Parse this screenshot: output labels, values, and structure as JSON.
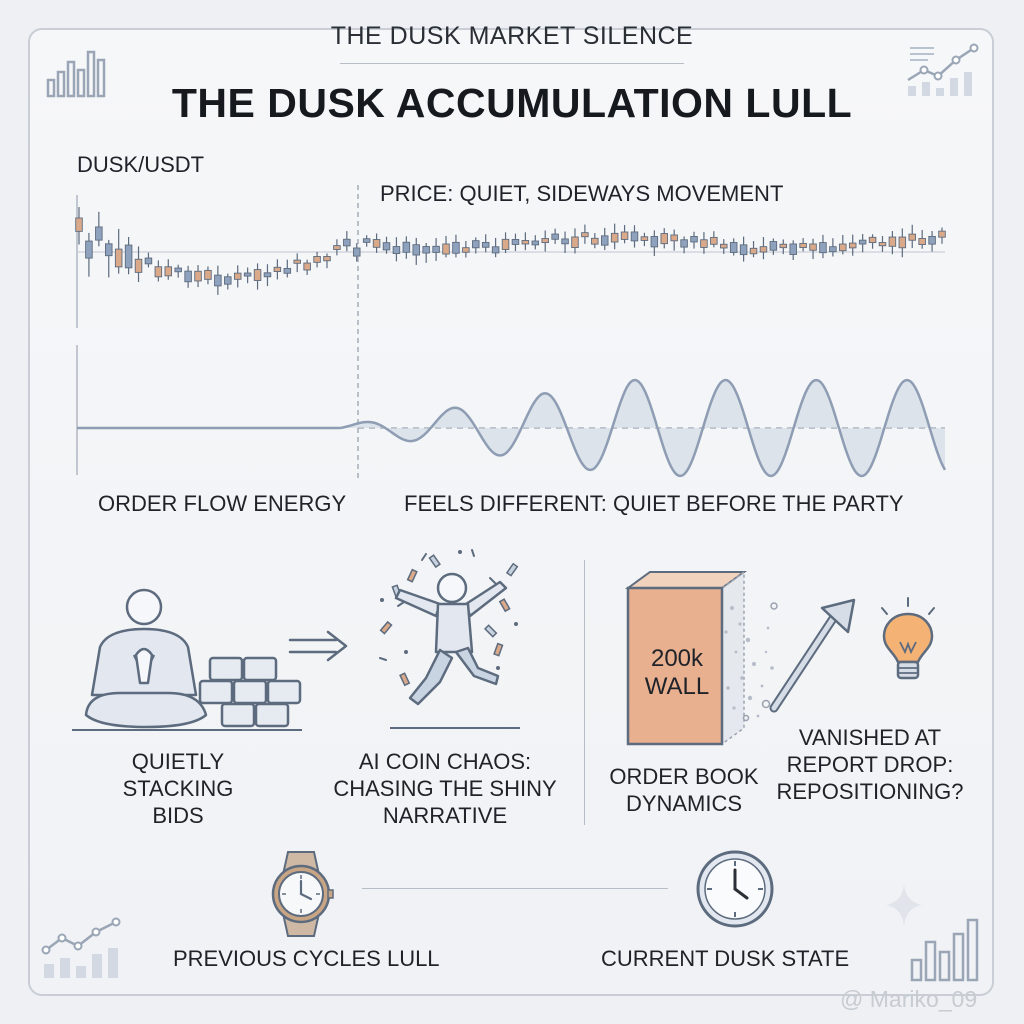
{
  "header": {
    "supertitle": "THE DUSK MARKET SILENCE",
    "title": "THE DUSK ACCUMULATION LULL"
  },
  "chart": {
    "pair_label": "DUSK/USDT",
    "price_note": "PRICE: QUIET, SIDEWAYS MOVEMENT",
    "energy_label": "ORDER FLOW ENERGY",
    "energy_note": "FEELS DIFFERENT: QUIET BEFORE THE PARTY"
  },
  "panels": {
    "stacking": {
      "line1": "QUIETLY",
      "line2": "STACKING BIDS"
    },
    "chaos": {
      "line1": "AI COIN CHAOS:",
      "line2": "CHASING THE SHINY",
      "line3": "NARRATIVE"
    },
    "wall": {
      "text1": "200k",
      "text2": "WALL",
      "line1": "ORDER BOOK",
      "line2": "DYNAMICS"
    },
    "vanished": {
      "line1": "VANISHED AT",
      "line2": "REPORT DROP:",
      "line3": "REPOSITIONING?"
    }
  },
  "footer": {
    "previous": "PREVIOUS CYCLES LULL",
    "current": "CURRENT DUSK STATE"
  },
  "watermark": "@ Mariko_09",
  "colors": {
    "bull_candle": "#8fa2bd",
    "bear_candle": "#d9a98a",
    "wave": "#8e9db3",
    "wall": "#e8b08f",
    "bulb": "#f1a25a"
  }
}
